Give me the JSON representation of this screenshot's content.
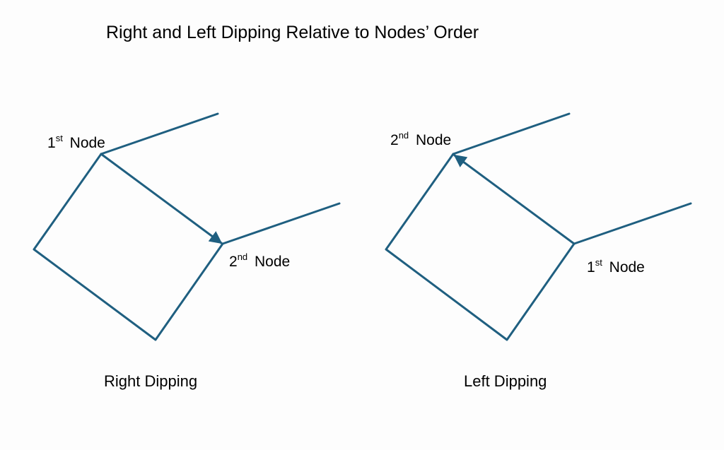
{
  "title": "Right and Left Dipping Relative to Nodes’ Order",
  "line_color": "#1f5f80",
  "right_panel": {
    "node_first": {
      "num": "1",
      "suffix": "st",
      "word": "Node"
    },
    "node_second": {
      "num": "2",
      "suffix": "nd",
      "word": "Node"
    },
    "caption": "Right Dipping"
  },
  "left_panel": {
    "node_first": {
      "num": "1",
      "suffix": "st",
      "word": "Node"
    },
    "node_second": {
      "num": "2",
      "suffix": "nd",
      "word": "Node"
    },
    "caption": "Left Dipping"
  }
}
